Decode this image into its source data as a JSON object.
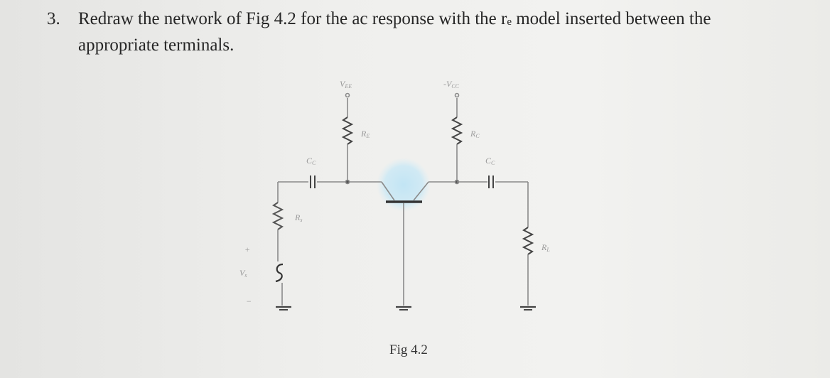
{
  "question": {
    "number": "3.",
    "line1_before_sub": "Redraw the network of Fig 4.2 for the ac response with the r",
    "line1_sub": "e",
    "line1_after_sub": " model inserted between the",
    "line2": "appropriate terminals."
  },
  "figure": {
    "caption": "Fig 4.2",
    "labels": {
      "vee": "V",
      "vee_sub": "EE",
      "vcc": "-V",
      "vcc_sub": "CC",
      "re": "R",
      "re_sub": "E",
      "rc": "R",
      "rc_sub": "C",
      "cc_in": "C",
      "cc_in_sub": "C",
      "cc_out": "C",
      "cc_out_sub": "C",
      "rs": "R",
      "rs_sub": "s",
      "rl": "R",
      "rl_sub": "L",
      "vs": "V",
      "vs_sub": "s",
      "plus": "+",
      "minus": "−"
    }
  }
}
